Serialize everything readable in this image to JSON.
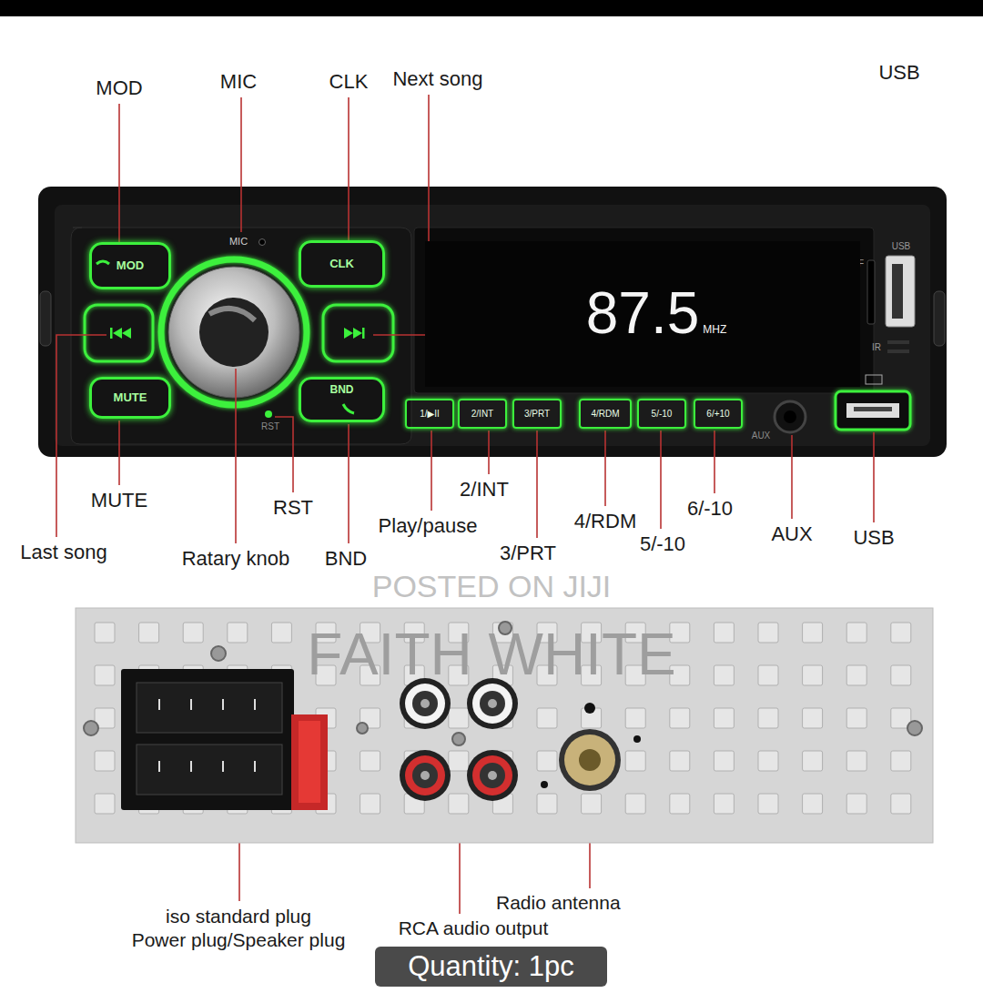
{
  "diagram": {
    "nodes": [
      {
        "text": [
          "MOD"
        ]
      },
      {
        "text": [
          "CLK"
        ]
      },
      {
        "text": [
          "MUTE"
        ]
      },
      {
        "text": [
          "BND"
        ]
      },
      {
        "text": [
          "1/▶II"
        ]
      },
      {
        "text": [
          "2/INT"
        ]
      },
      {
        "text": [
          "3/PRT"
        ]
      },
      {
        "text": [
          "4/RDM"
        ]
      },
      {
        "text": [
          "5/-10"
        ]
      },
      {
        "text": [
          "6/+10"
        ]
      },
      {
        "text": [
          "87.5",
          "MHZ"
        ]
      },
      {
        "text": [
          "Quantity: 1pc"
        ]
      }
    ],
    "labels": [
      "MOD",
      "MIC",
      "CLK",
      "Next song",
      "USB",
      "MUTE",
      "Last song",
      "Ratary knob",
      "RST",
      "BND",
      "Play/pause",
      "2/INT",
      "3/PRT",
      "4/RDM",
      "5/-10",
      "6/-10",
      "AUX",
      "USB",
      "MIC",
      "RST",
      "TF",
      "USB",
      "IR",
      "AUX",
      "POSTED ON JIJI",
      "FAITH WHITE",
      "iso standard plug",
      "Power plug/Speaker plug",
      "RCA audio output",
      "Radio antenna"
    ]
  }
}
